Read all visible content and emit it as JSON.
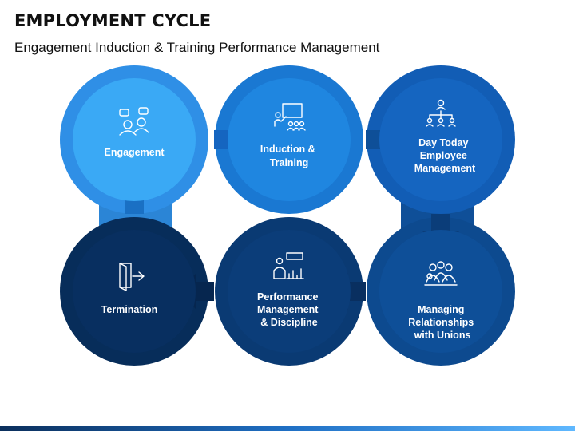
{
  "title": "EMPLOYMENT CYCLE",
  "subtitle": "Engagement Induction & Training Performance Management",
  "steps": [
    {
      "lines": [
        "Engagement"
      ],
      "icon": "people-chat-icon",
      "color": "#3aa9f5"
    },
    {
      "lines": [
        "Induction &",
        "Training"
      ],
      "icon": "presentation-board-icon",
      "color": "#1f86e0"
    },
    {
      "lines": [
        "Day Today",
        "Employee",
        "Management"
      ],
      "icon": "org-chart-icon",
      "color": "#1565c0"
    },
    {
      "lines": [
        "Managing",
        "Relationships",
        "with Unions"
      ],
      "icon": "group-icon",
      "color": "#0e4f98"
    },
    {
      "lines": [
        "Performance",
        "Management",
        "& Discipline"
      ],
      "icon": "report-chart-icon",
      "color": "#0b3d79"
    },
    {
      "lines": [
        "Termination"
      ],
      "icon": "exit-door-icon",
      "color": "#082f60"
    }
  ]
}
